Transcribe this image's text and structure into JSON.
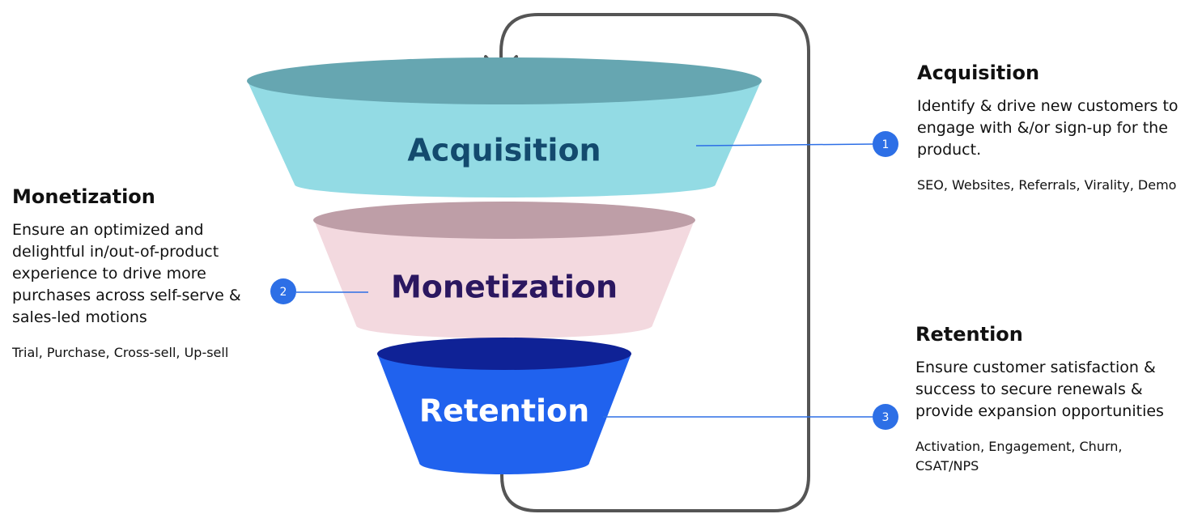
{
  "colors": {
    "acquisition_top": "#66a6b1",
    "acquisition_body": "#93dbe4",
    "acquisition_text": "#134a6e",
    "monetization_top": "#be9ea7",
    "monetization_body": "#f3d9df",
    "monetization_text": "#2b1760",
    "retention_top": "#0f2296",
    "retention_body": "#2062ee",
    "retention_text": "#ffffff",
    "loop_arrow": "#555555",
    "connector": "#2d6fe6",
    "badge": "#2d6fe6"
  },
  "funnel": {
    "acquisition_label": "Acquisition",
    "monetization_label": "Monetization",
    "retention_label": "Retention"
  },
  "badges": {
    "one": "1",
    "two": "2",
    "three": "3"
  },
  "acquisition": {
    "title": "Acquisition",
    "description": "Identify & drive new customers to engage with &/or sign-up for the product.",
    "tags": "SEO, Websites, Referrals, Virality, Demo"
  },
  "monetization": {
    "title": "Monetization",
    "description": "Ensure an optimized and delightful in/out-of-product experience to drive more purchases across self-serve & sales-led motions",
    "tags": "Trial, Purchase, Cross-sell, Up-sell"
  },
  "retention": {
    "title": "Retention",
    "description": "Ensure customer satisfaction & success to secure renewals & provide expansion opportunities",
    "tags": "Activation, Engagement, Churn, CSAT/NPS"
  }
}
